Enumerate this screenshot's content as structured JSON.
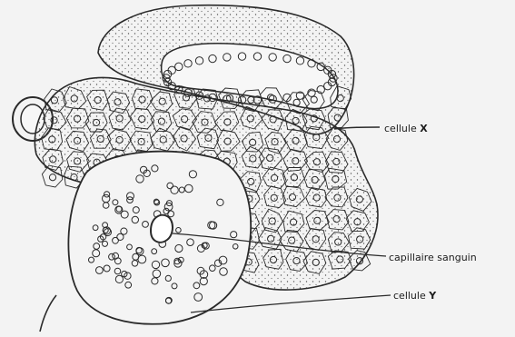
{
  "labels": {
    "cellule_x_text": "cellule",
    "cellule_x_letter": "X",
    "capillaire": "capillaire sanguin",
    "cellule_y_text": "cellule",
    "cellule_y_letter": "Y"
  },
  "colors": {
    "ink": "#2a2a2a",
    "paper": "#f3f3f3"
  }
}
